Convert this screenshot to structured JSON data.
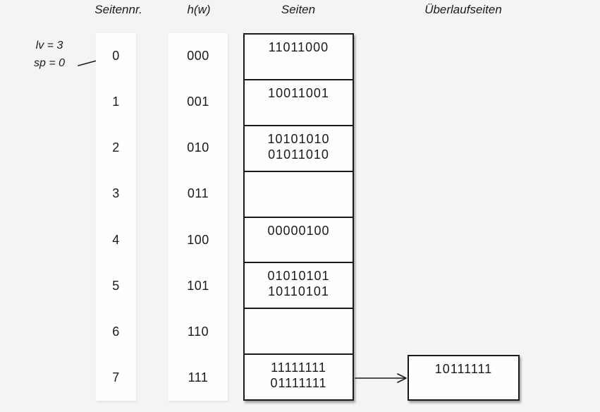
{
  "colors": {
    "background": "#f4f4f2",
    "surface": "#fefefe",
    "ink": "#1a1a1a"
  },
  "headers": {
    "seitennr": "Seitennr.",
    "hw": "h(w)",
    "seiten": "Seiten",
    "ueberlauf": "Überlaufseiten"
  },
  "annotation": {
    "line1": "lv = 3",
    "line2": "sp = 0"
  },
  "rows": [
    {
      "nr": "0",
      "hw": "000",
      "entries": [
        "11011000"
      ]
    },
    {
      "nr": "1",
      "hw": "001",
      "entries": [
        "10011001"
      ]
    },
    {
      "nr": "2",
      "hw": "010",
      "entries": [
        "10101010",
        "01011010"
      ]
    },
    {
      "nr": "3",
      "hw": "011",
      "entries": []
    },
    {
      "nr": "4",
      "hw": "100",
      "entries": [
        "00000100"
      ]
    },
    {
      "nr": "5",
      "hw": "101",
      "entries": [
        "01010101",
        "10110101"
      ]
    },
    {
      "nr": "6",
      "hw": "110",
      "entries": []
    },
    {
      "nr": "7",
      "hw": "111",
      "entries": [
        "11111111",
        "01111111"
      ]
    }
  ],
  "overflow": {
    "linked_page_nr": "7",
    "entries": [
      "10111111"
    ]
  },
  "icons": {
    "annotation_arrow": "arrow-up-right",
    "overflow_arrow": "arrow-right"
  }
}
